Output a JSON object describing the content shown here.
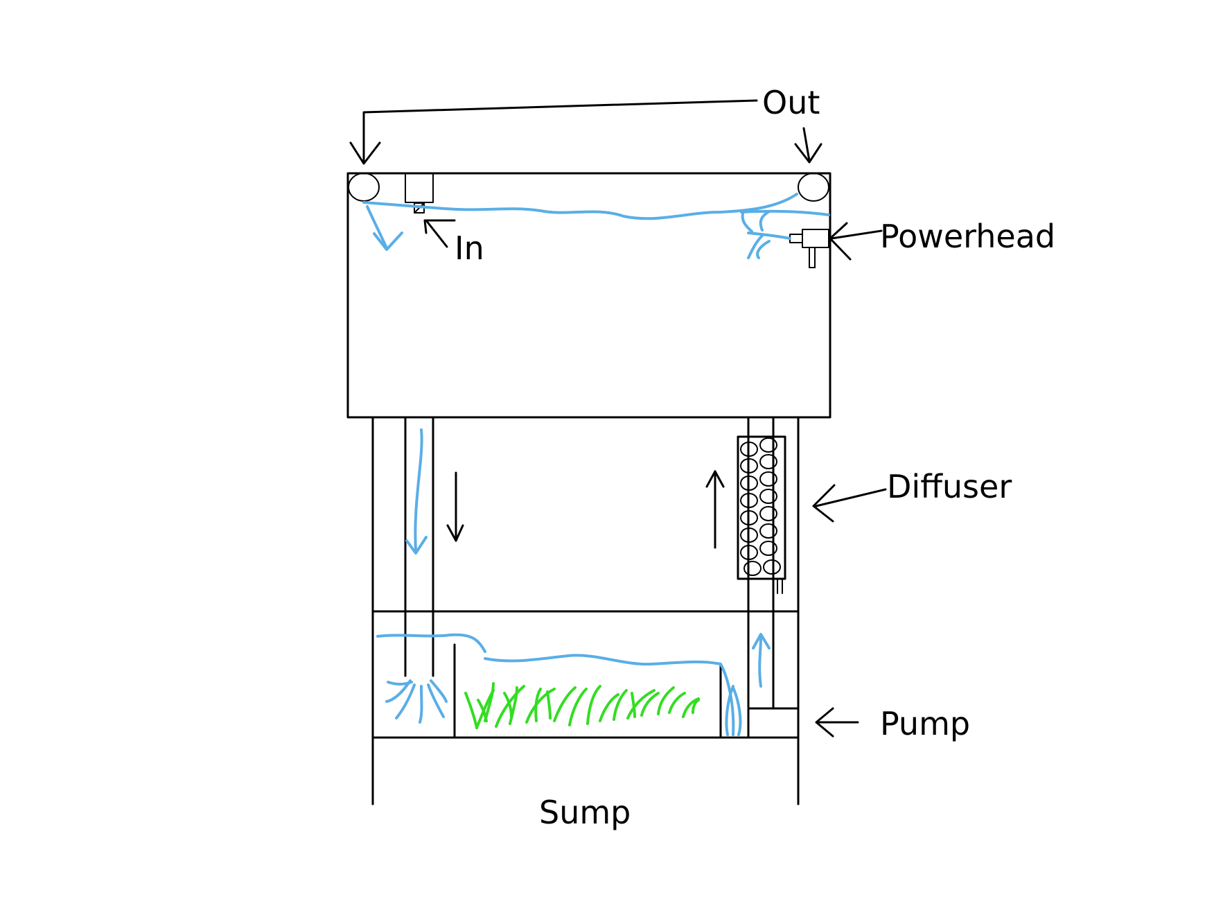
{
  "labels": {
    "out": "Out",
    "in": "In",
    "powerhead": "Powerhead",
    "diffuser": "Diffuser",
    "pump": "Pump",
    "sump": "Sump"
  },
  "colors": {
    "water": "#5aaee6",
    "grass": "#33dd22",
    "line": "#000000",
    "background": "#ffffff"
  }
}
